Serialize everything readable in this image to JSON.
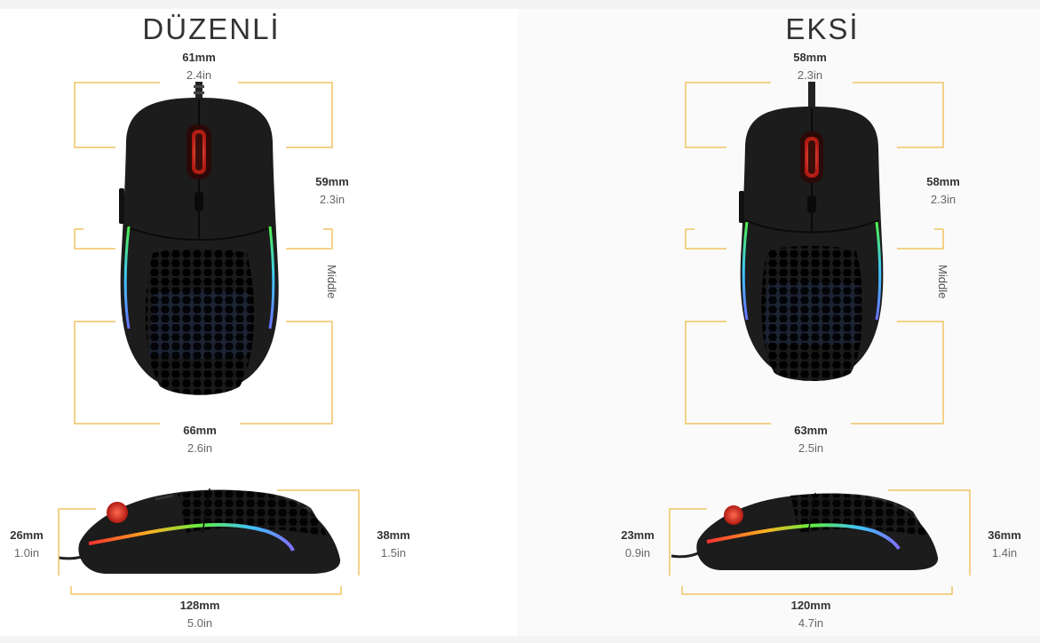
{
  "top_view": {
    "left": {
      "title": "DÜZENLİ",
      "width_top": {
        "mm": "61mm",
        "in": "2.4in"
      },
      "grip_width": {
        "mm": "59mm",
        "in": "2.3in"
      },
      "middle_label": "Middle",
      "width_bottom": {
        "mm": "66mm",
        "in": "2.6in"
      }
    },
    "right": {
      "title": "EKSİ",
      "width_top": {
        "mm": "58mm",
        "in": "2.3in"
      },
      "grip_width": {
        "mm": "58mm",
        "in": "2.3in"
      },
      "middle_label": "Middle",
      "width_bottom": {
        "mm": "63mm",
        "in": "2.5in"
      }
    }
  },
  "side_view": {
    "left": {
      "front_height": {
        "mm": "26mm",
        "in": "1.0in"
      },
      "rear_height": {
        "mm": "38mm",
        "in": "1.5in"
      },
      "length": {
        "mm": "128mm",
        "in": "5.0in"
      }
    },
    "right": {
      "front_height": {
        "mm": "23mm",
        "in": "0.9in"
      },
      "rear_height": {
        "mm": "36mm",
        "in": "1.4in"
      },
      "length": {
        "mm": "120mm",
        "in": "4.7in"
      }
    }
  },
  "colors": {
    "bracket": "#f0c463",
    "mouse_body": "#1c1c1c",
    "scroll_wheel": "#e03a2a",
    "rgb_green": "#4ef04a",
    "rgb_blue": "#5aa0ff"
  }
}
